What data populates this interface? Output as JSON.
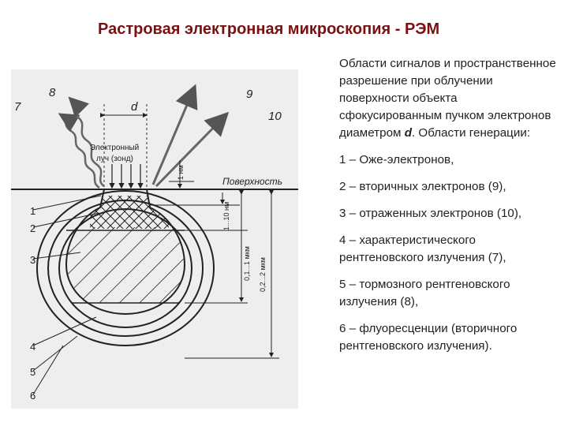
{
  "title": "Растровая электронная микроскопия - РЭМ",
  "diagram": {
    "label_8": "8",
    "label_7": "7",
    "label_9": "9",
    "label_10": "10",
    "label_d": "d",
    "beam_line1": "Электронный",
    "beam_line2": "луч (зонд)",
    "dim_1nm": "1 нм",
    "surface": "Поверхность",
    "dim_1_10nm": "1...10 нм",
    "dim_01_1um": "0,1...1 мкм",
    "dim_02_2um": "0,2...2 мкм",
    "layer_1": "1",
    "layer_2": "2",
    "layer_3": "3",
    "layer_4": "4",
    "layer_5": "5",
    "layer_6": "6"
  },
  "description": {
    "intro_part1": "Области сигналов и пространственное разрешение при облучении поверхности объекта сфокусированным пучком  электронов диаметром ",
    "intro_d": "d",
    "intro_part2": ". Области генерации:",
    "items": [
      "1 – Оже-электронов,",
      "2 – вторичных электронов (9),",
      "3 – отраженных электронов (10),",
      "4 – характеристического рентгеновского излучения (7),",
      "5 – тормозного рентгеновского излучения (8),",
      "6 – флуоресценции (вторичного рентгеновского излучения)."
    ]
  }
}
